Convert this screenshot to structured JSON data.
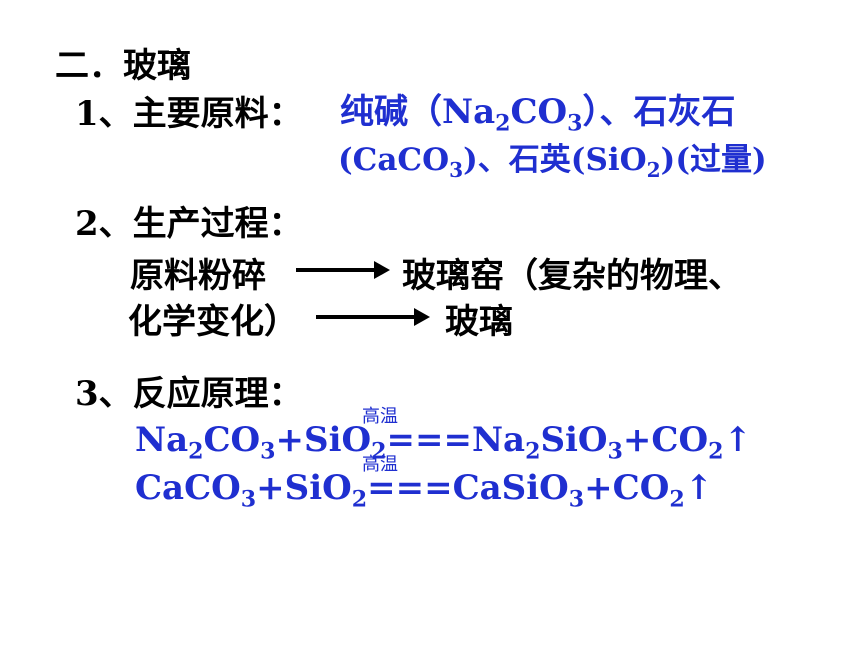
{
  "section": {
    "title": "二．玻璃"
  },
  "item1": {
    "label": "1、主要原料：",
    "line1": {
      "a": "纯碱（Na",
      "a_sub": "2",
      "b": "CO",
      "b_sub": "3",
      "c": "）、石灰石"
    },
    "line2": {
      "a": "(CaCO",
      "a_sub": "3",
      "b": ")、石英(SiO",
      "b_sub": "2",
      "c": ")(过量)"
    }
  },
  "item2": {
    "label": "2、生产过程：",
    "step1": "原料粉碎",
    "step2": "玻璃窑（复杂的物理、",
    "step3": "化学变化）",
    "step4": "玻璃"
  },
  "item3": {
    "label": "3、反应原理：",
    "condition": "高温",
    "eq1": {
      "p1": "Na",
      "s1": "2",
      "p2": "CO",
      "s2": "3",
      "p3": "+SiO",
      "s3": "2",
      "eq": "===",
      "p4": "Na",
      "s4": "2",
      "p5": "SiO",
      "s5": "3",
      "p6": "+CO",
      "s6": "2",
      "p7": "↑"
    },
    "eq2": {
      "p1": "CaCO",
      "s1": "3",
      "p2": "+SiO",
      "s2": "2",
      "eq": "===",
      "p3": "CaSiO",
      "s3": "3",
      "p4": "+CO",
      "s4": "2",
      "p5": "↑"
    }
  },
  "colors": {
    "text": "#000000",
    "highlight": "#1f2fd0"
  }
}
